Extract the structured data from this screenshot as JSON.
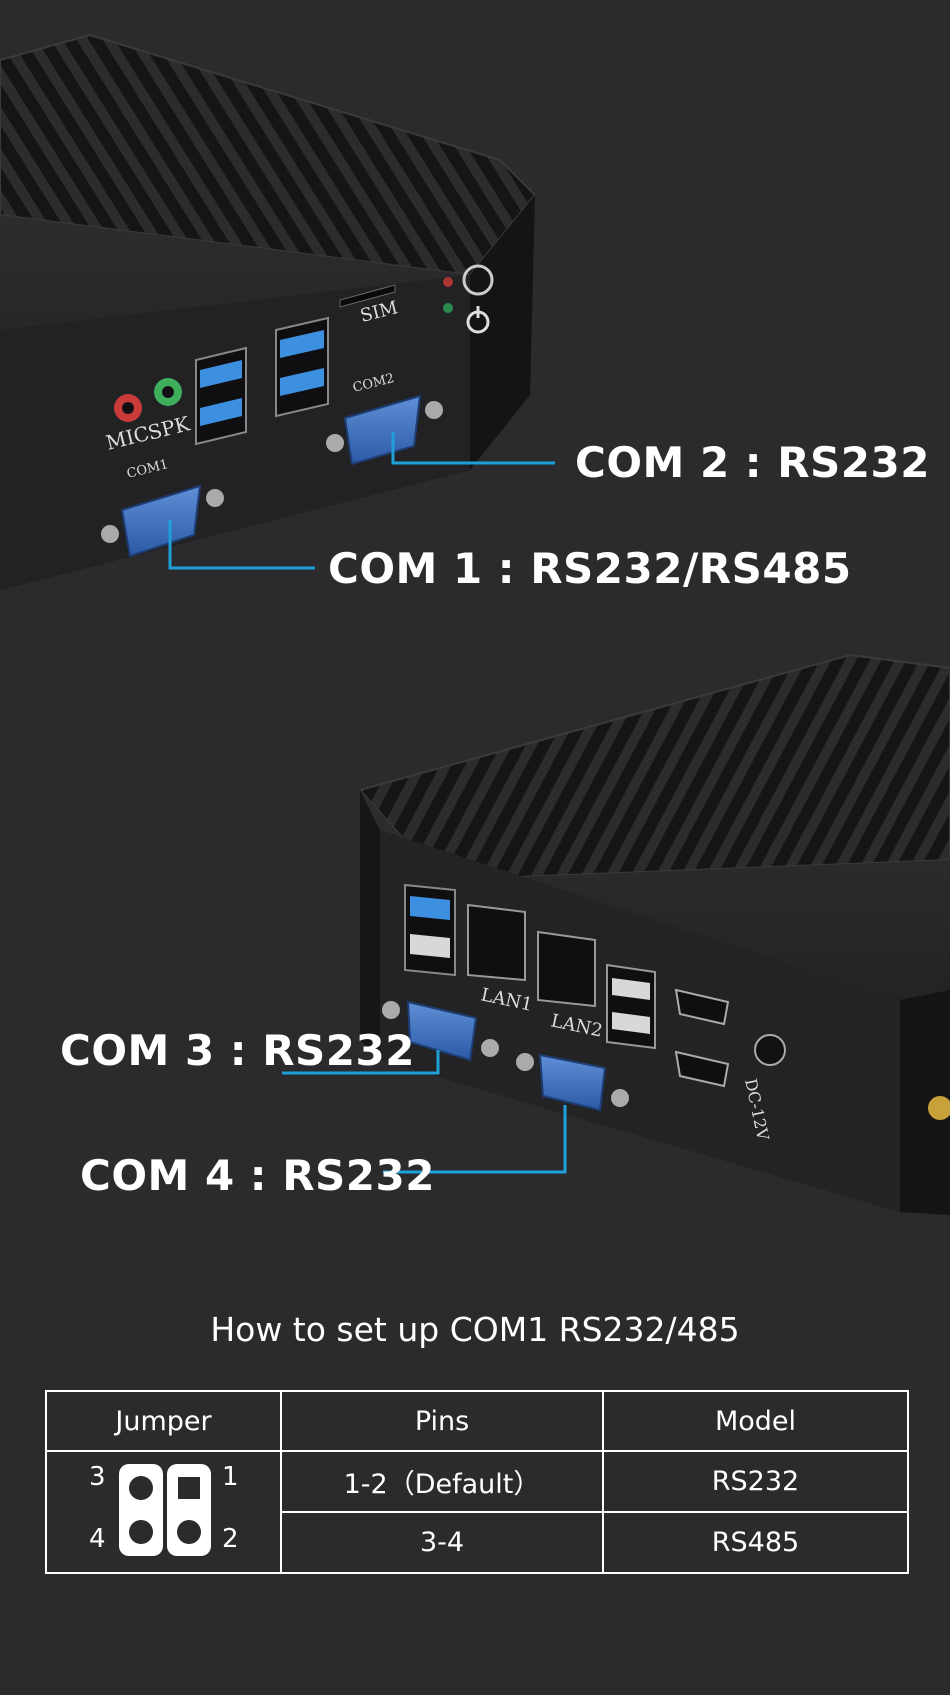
{
  "callouts": {
    "com2": "COM 2 : RS232",
    "com1": "COM 1 : RS232/RS485",
    "com3": "COM 3 : RS232",
    "com4": "COM 4 : RS232"
  },
  "device_top_labels": {
    "mic": "MIC",
    "spk": "SPK",
    "sim": "SIM",
    "com1": "COM1",
    "com2": "COM2"
  },
  "device_bottom_labels": {
    "lan1": "LAN1",
    "lan2": "LAN2",
    "dc": "DC-12V"
  },
  "section_title": "How to set up COM1 RS232/485",
  "table": {
    "headers": [
      "Jumper",
      "Pins",
      "Model"
    ],
    "rows": [
      {
        "pins": "1-2（Default）",
        "model": "RS232"
      },
      {
        "pins": "3-4",
        "model": "RS485"
      }
    ],
    "jumper_pins": {
      "p1": "1",
      "p2": "2",
      "p3": "3",
      "p4": "4"
    }
  },
  "colors": {
    "background": "#2b2b2d",
    "leader_line": "#1ea0d8",
    "device_body": "#1a1a1c",
    "usb_blue": "#3d8fe0"
  }
}
